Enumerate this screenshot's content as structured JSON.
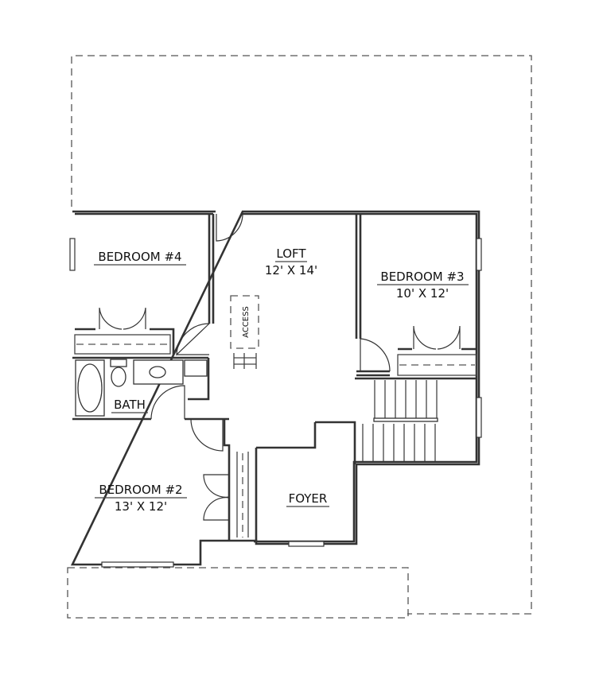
{
  "rooms": {
    "bedroom4": {
      "name": "BEDROOM #4"
    },
    "loft": {
      "name": "LOFT",
      "size": "12' X 14'"
    },
    "bedroom3": {
      "name": "BEDROOM #3",
      "size": "10' X 12'"
    },
    "bath": {
      "name": "BATH"
    },
    "bedroom2": {
      "name": "BEDROOM #2",
      "size": "13' X 12'"
    },
    "foyer": {
      "name": "FOYER"
    }
  },
  "labels": {
    "access": "ACCESS"
  },
  "colors": {
    "line": "#333333",
    "background": "#ffffff"
  }
}
